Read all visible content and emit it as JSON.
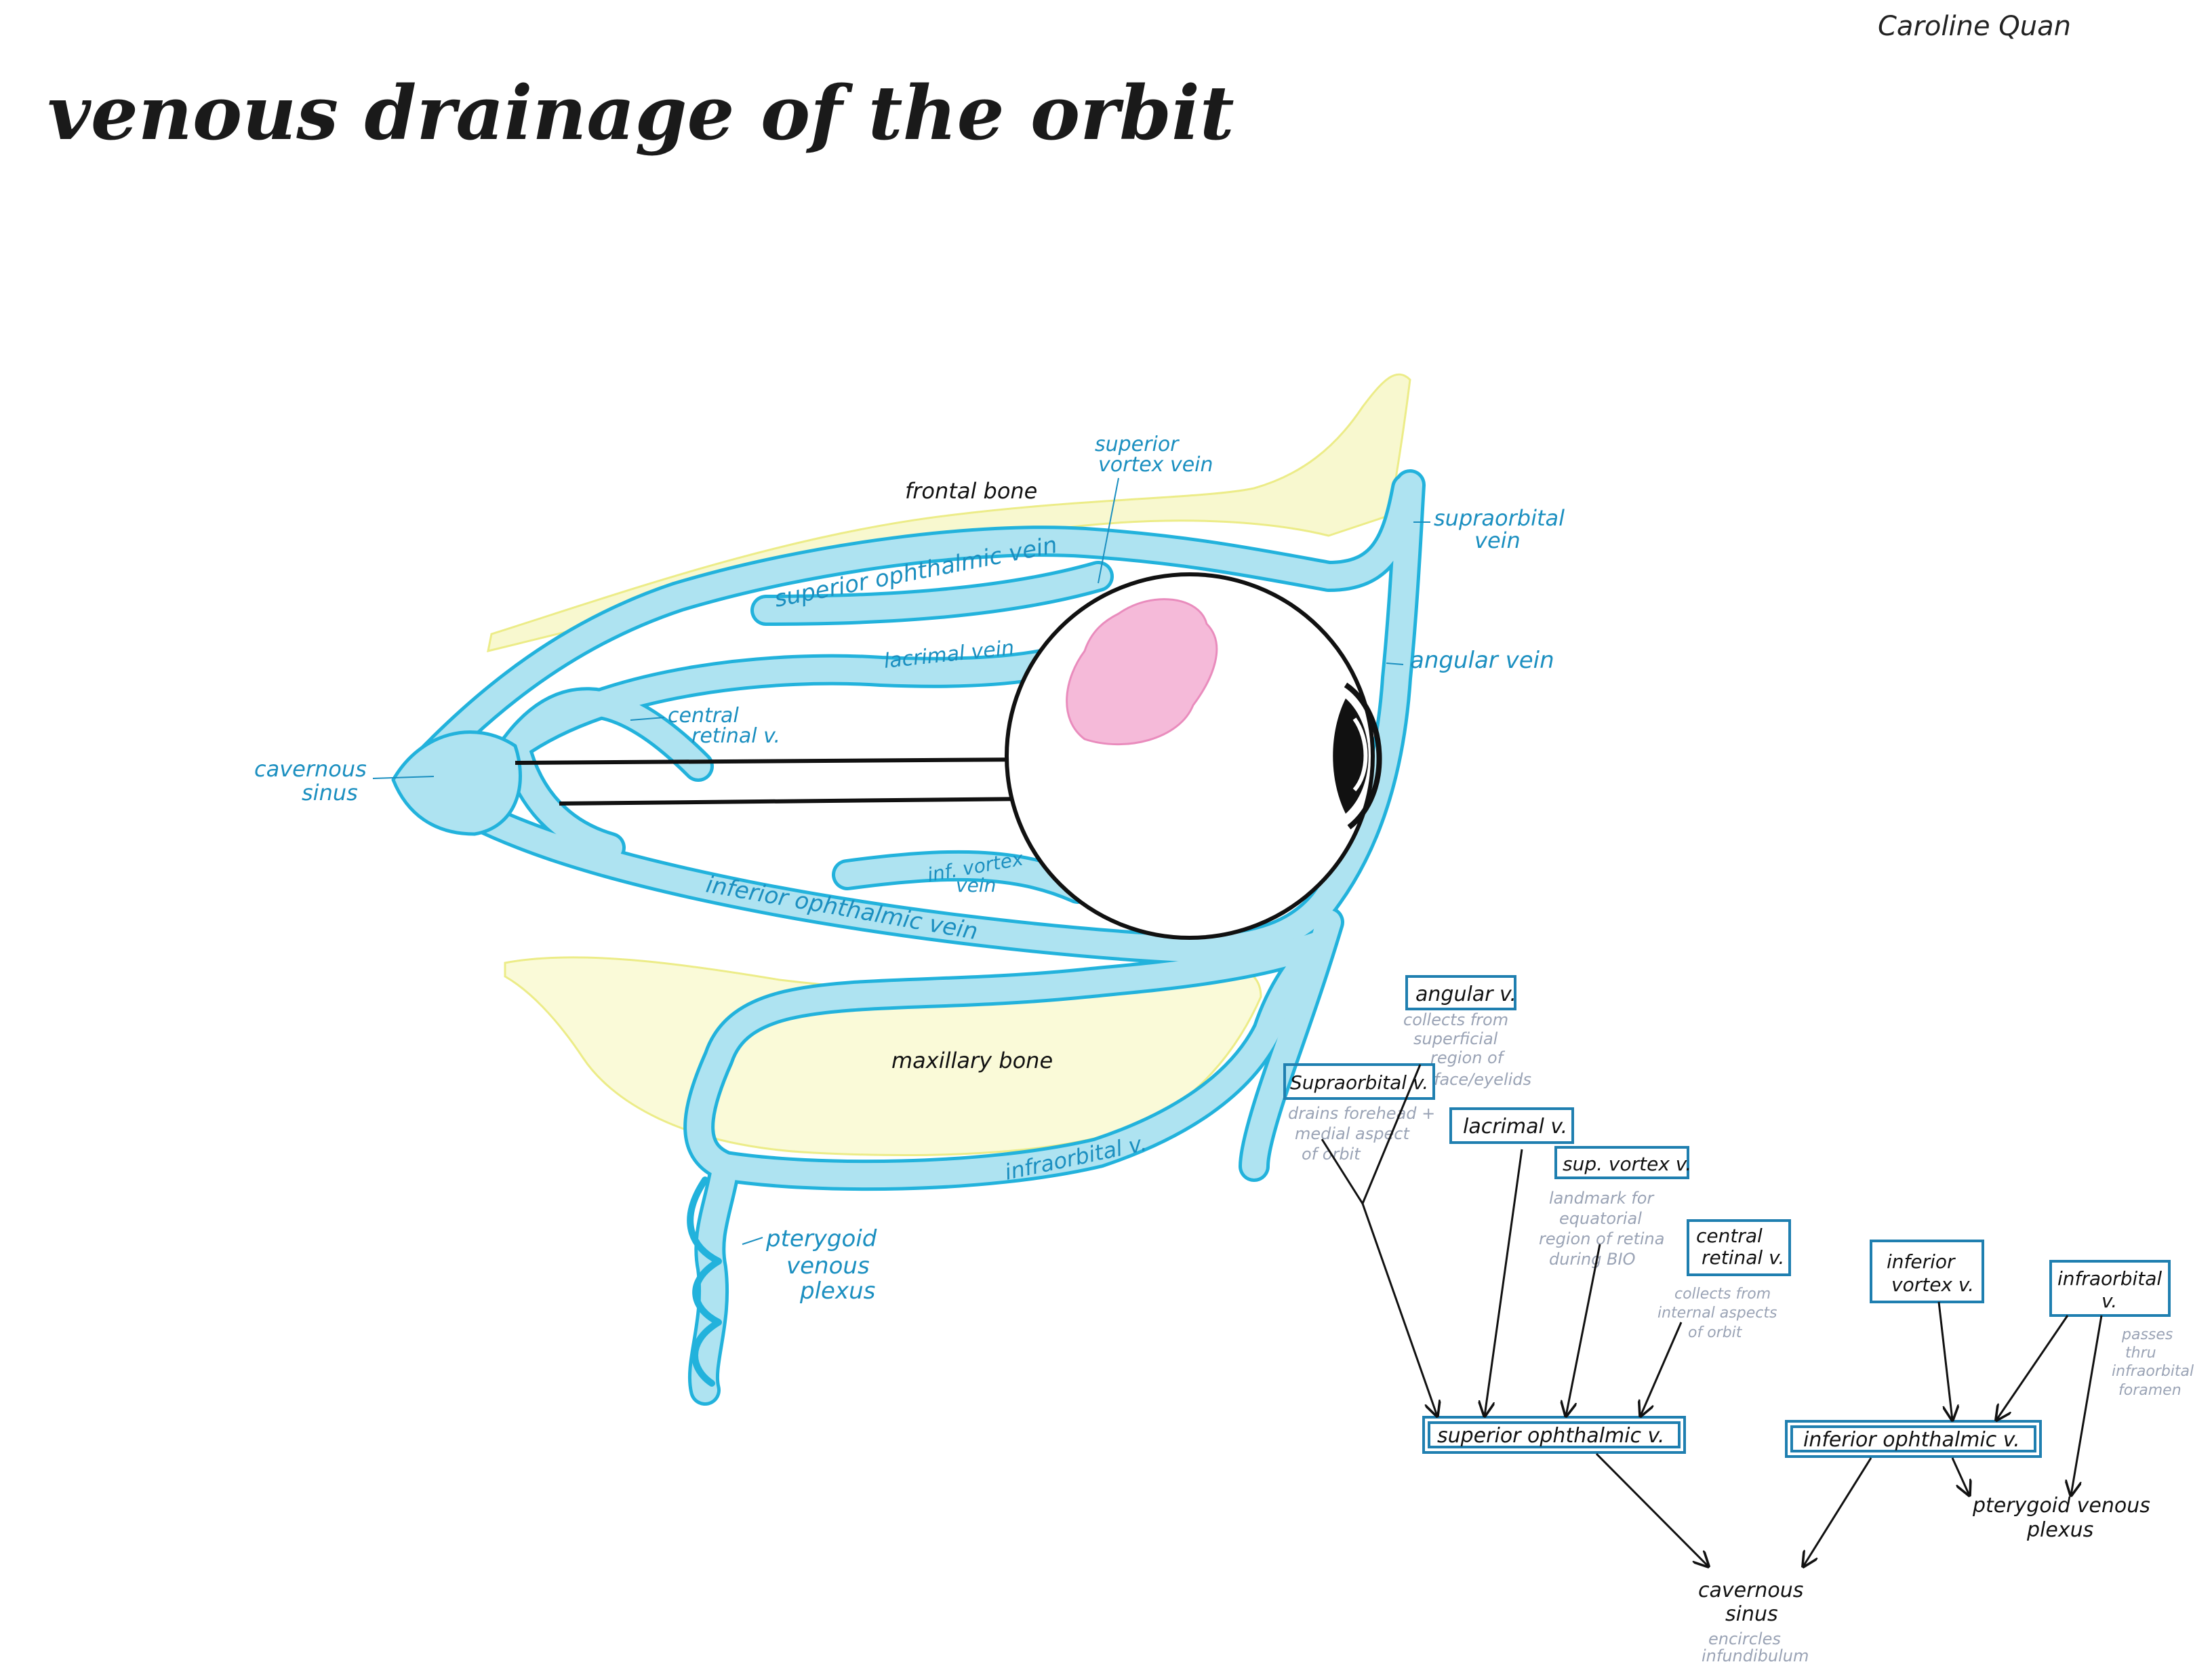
{
  "title": "venous drainage of the orbit",
  "author": "Caroline Quan",
  "colors": {
    "vein": "#aee3f1",
    "vein_outline": "#22b2dc",
    "bone": "#f3f3a8",
    "gland": "#f2a9d0",
    "label_blue": "#1b8fc0",
    "box_outline": "#1f7fb0",
    "note_gray": "#9aa3b5"
  },
  "anatomy_labels": {
    "frontal_bone": "frontal bone",
    "superior_vortex_vein_1": "superior",
    "superior_vortex_vein_2": "vortex vein",
    "supraorbital_vein_1": "supraorbital",
    "supraorbital_vein_2": "vein",
    "superior_ophthalmic_vein": "superior ophthalmic vein",
    "lacrimal_vein": "lacrimal vein",
    "angular_vein": "angular vein",
    "central_retinal_1": "central",
    "central_retinal_2": "retinal v.",
    "cavernous_sinus_1": "cavernous",
    "cavernous_sinus_2": "sinus",
    "inf_vortex_vein_1": "inf. vortex",
    "inf_vortex_vein_2": "vein",
    "inferior_ophthalmic_vein": "inferior ophthalmic vein",
    "maxillary_bone": "maxillary bone",
    "infraorbital_v": "infraorbital v.",
    "pterygoid_1": "pterygoid",
    "pterygoid_2": "venous",
    "pterygoid_3": "plexus"
  },
  "flowchart": {
    "angular": {
      "label": "angular v.",
      "note": [
        "collects from",
        "superficial",
        "region of",
        "face/eyelids"
      ]
    },
    "supraorbital": {
      "label": "Supraorbital v.",
      "note": [
        "drains forehead +",
        "medial aspect",
        "of orbit"
      ]
    },
    "lacrimal": {
      "label": "lacrimal v."
    },
    "sup_vortex": {
      "label": "sup. vortex v.",
      "note": [
        "landmark for",
        "equatorial",
        "region of retina",
        "during BIO"
      ]
    },
    "central_retinal": {
      "label": [
        "central",
        "retinal v."
      ],
      "note": [
        "collects from",
        "internal aspects",
        "of orbit"
      ]
    },
    "inferior_vortex": {
      "label": [
        "inferior",
        "vortex v."
      ]
    },
    "infraorbital": {
      "label": [
        "infraorbital",
        "v."
      ],
      "note": [
        "passes",
        "thru",
        "infraorbital",
        "foramen"
      ]
    },
    "superior_ophthalmic": {
      "label": "superior ophthalmic v."
    },
    "inferior_ophthalmic": {
      "label": "inferior ophthalmic v."
    },
    "pterygoid": {
      "label": [
        "pterygoid venous",
        "plexus"
      ]
    },
    "cavernous": {
      "label": [
        "cavernous",
        "sinus"
      ],
      "note": [
        "encircles",
        "infundibulum"
      ]
    }
  }
}
